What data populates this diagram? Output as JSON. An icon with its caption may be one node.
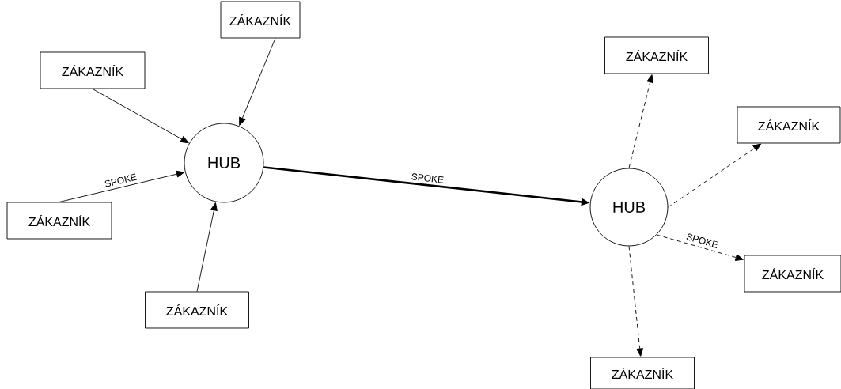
{
  "diagram": {
    "nodes": [
      {
        "text": [
          "ZÁKAZNÍK"
        ]
      },
      {
        "text": [
          "ZÁKAZNÍK"
        ]
      },
      {
        "text": [
          "HUB"
        ]
      },
      {
        "text": [
          "ZÁKAZNÍK"
        ]
      },
      {
        "text": [
          "ZÁKAZNÍK"
        ]
      },
      {
        "text": [
          "HUB"
        ]
      },
      {
        "text": [
          "ZÁKAZNÍK"
        ]
      },
      {
        "text": [
          "ZÁKAZNÍK"
        ]
      },
      {
        "text": [
          "ZÁKAZNÍK"
        ]
      },
      {
        "text": [
          "ZÁKAZNÍK"
        ]
      }
    ],
    "edges": [
      {
        "from": 0,
        "to": 2,
        "arrow": "to"
      },
      {
        "from": 1,
        "to": 2,
        "arrow": "to"
      },
      {
        "from": 3,
        "to": 2,
        "arrow": "to",
        "label": "SPOKE"
      },
      {
        "from": 4,
        "to": 2,
        "arrow": "to"
      },
      {
        "from": 2,
        "to": 5,
        "arrow": "to",
        "label": "SPOKE",
        "style": "thick"
      },
      {
        "from": 5,
        "to": 6,
        "arrow": "to",
        "style": "dashed"
      },
      {
        "from": 5,
        "to": 7,
        "arrow": "to",
        "style": "dashed"
      },
      {
        "from": 5,
        "to": 8,
        "arrow": "to",
        "style": "dashed",
        "label": "SPOKE"
      },
      {
        "from": 5,
        "to": 9,
        "arrow": "to",
        "style": "dashed"
      }
    ]
  }
}
